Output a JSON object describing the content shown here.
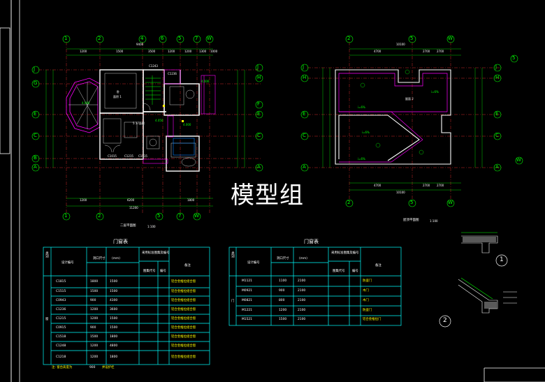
{
  "watermark": "模型组",
  "plan_left": {
    "title": "二层平面图",
    "scale": "1:100",
    "dims_top": [
      "1200",
      "1500",
      "3500",
      "1200",
      "1200",
      "1300",
      "1000"
    ],
    "dims_bottom": [
      "1200",
      "6200",
      "1800"
    ],
    "overall_top": "9400",
    "overall_bottom": "11200",
    "rooms": [
      {
        "name": "卧",
        "sub": "面积 1"
      },
      {
        "name": "5.17面积",
        "sub": ""
      }
    ],
    "windows": [
      "C1243",
      "C1015",
      "C1215",
      "C1515",
      "C1236"
    ],
    "levels": [
      "4.000",
      "4.050",
      "4.000",
      "4.000"
    ],
    "axis_top": [
      "1",
      "2",
      "4",
      "6",
      "5",
      "7",
      "W"
    ],
    "axis_bottom": [
      "1",
      "2",
      "5",
      "7",
      "W"
    ],
    "axis_left": [
      "J",
      "G",
      "E",
      "C",
      "B",
      "A"
    ],
    "axis_right": [
      "J",
      "H",
      "F",
      "E",
      "C",
      "A"
    ]
  },
  "plan_right": {
    "title": "屋顶平面图",
    "scale": "1:100",
    "dims_top": [
      "4700",
      "2700",
      "2700"
    ],
    "dims_bottom": [
      "4700",
      "2700",
      "2700"
    ],
    "overall": "10100",
    "labels": [
      "屋面 2",
      "i=6%",
      "i=6%",
      "i=6%",
      "i=6%"
    ],
    "axis_top": [
      "2",
      "5",
      "W"
    ],
    "axis_bottom": [
      "2",
      "5",
      "W"
    ],
    "axis_left": [
      "J",
      "H",
      "E",
      "C",
      "A"
    ],
    "axis_right": [
      "J",
      "H",
      "E",
      "C",
      "A"
    ],
    "axis_extra": [
      "5",
      "W"
    ]
  },
  "window_table": {
    "title": "门窗表",
    "headers": {
      "category": "类别",
      "code": "设计编号",
      "size": "洞口尺寸",
      "size_unit": "(mm)",
      "ref": "采用标准图集及编号",
      "ref_sub1": "图集代号",
      "ref_sub2": "编号",
      "note": "备注"
    },
    "category_label": "窗",
    "rows": [
      {
        "code": "C1815",
        "w": "1800",
        "h": "1500",
        "note": "铝合金推拉组合窗"
      },
      {
        "code": "C1515",
        "w": "1500",
        "h": "1500",
        "note": "铝合金推拉组合窗"
      },
      {
        "code": "C0943",
        "w": "900",
        "h": "4300",
        "note": "铝合金推拉组合窗"
      },
      {
        "code": "C1236",
        "w": "1200",
        "h": "3600",
        "note": "铝合金推拉组合窗"
      },
      {
        "code": "C1215",
        "w": "1200",
        "h": "1500",
        "note": "铝合金推拉组合窗"
      },
      {
        "code": "C0915",
        "w": "900",
        "h": "1500",
        "note": "铝合金推拉组合窗"
      },
      {
        "code": "C1518",
        "w": "1500",
        "h": "1800",
        "note": "铝合金推拉组合窗"
      },
      {
        "code": "C1248",
        "w": "1200",
        "h": "4800",
        "note": "铝合金推拉组合窗"
      },
      {
        "code": "C1218",
        "w": "1200",
        "h": "1800",
        "note": "铝合金推拉组合窗"
      }
    ],
    "footnote": "注: 窗台高度为",
    "footnote_value": "900",
    "footnote_tail": "并设护栏"
  },
  "door_table": {
    "title": "门窗表",
    "headers": {
      "category": "类别",
      "code": "设计编号",
      "size": "洞口尺寸",
      "size_unit": "(mm)",
      "ref": "采用标准图集及编号",
      "ref_sub1": "图集代号",
      "ref_sub2": "编号",
      "note": "备注"
    },
    "category_label": "门",
    "rows": [
      {
        "code": "M1121",
        "w": "1100",
        "h": "2100",
        "note": "防盗门"
      },
      {
        "code": "M0921",
        "w": "900",
        "h": "2100",
        "note": "木门"
      },
      {
        "code": "M0821",
        "w": "800",
        "h": "2100",
        "note": "木门"
      },
      {
        "code": "M1221",
        "w": "1200",
        "h": "2100",
        "note": "防盗门"
      },
      {
        "code": "M1521",
        "w": "1500",
        "h": "2100",
        "note": "铝合金推拉门"
      }
    ]
  },
  "details": [
    {
      "label": "1"
    },
    {
      "label": "2"
    }
  ],
  "colors": {
    "background": "#000000",
    "grid": "#00ff00",
    "wall": "#ffffff",
    "dimension": "#ff00ff",
    "text": "#ffffff",
    "accent": "#ffff00",
    "table_border": "#00ffff",
    "axis_line": "#ff0000"
  }
}
